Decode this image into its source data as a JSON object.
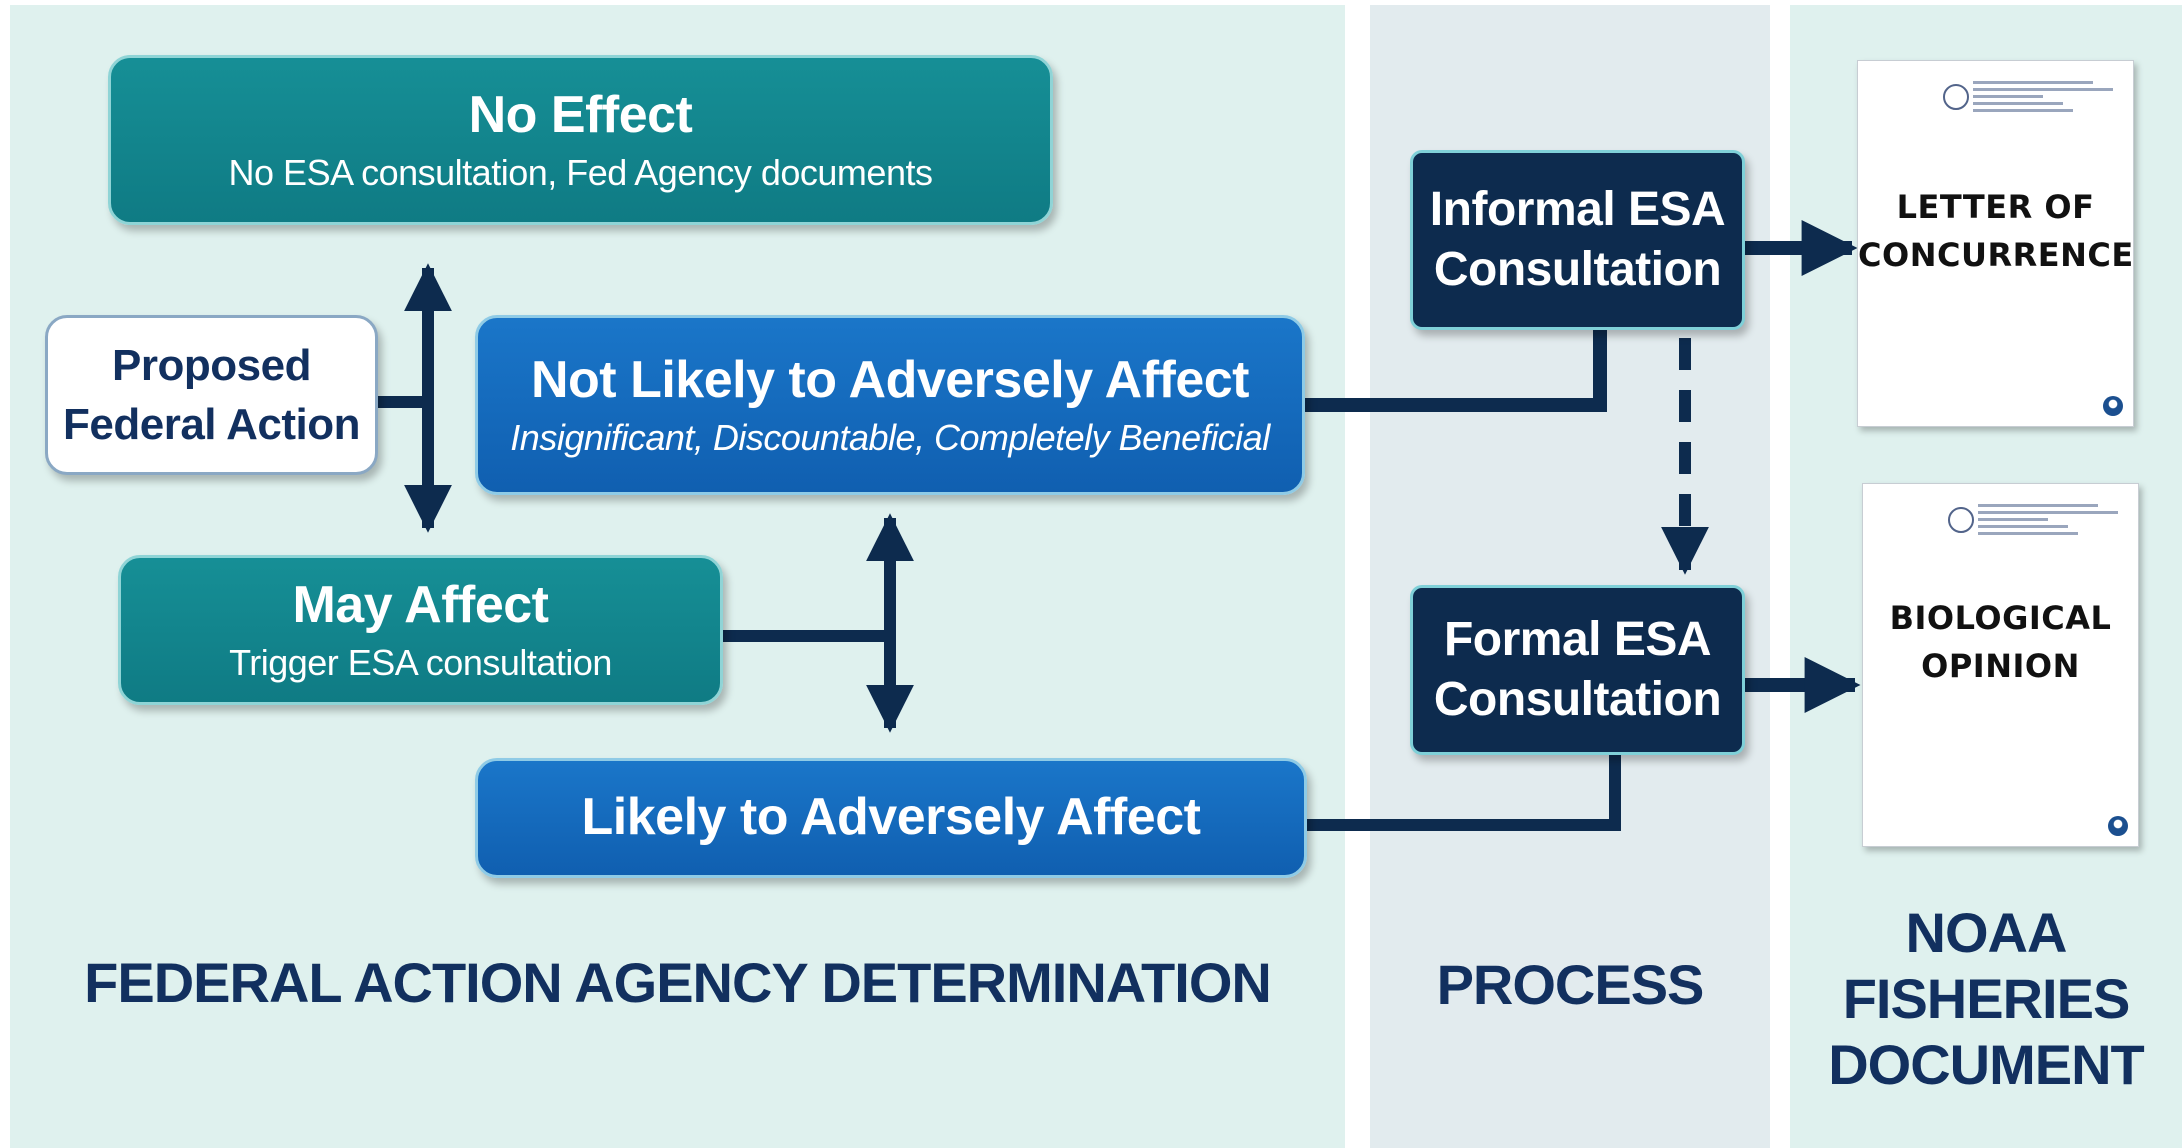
{
  "colors": {
    "teal_box": "#0f7b84",
    "blue_box": "#105fb0",
    "navy_box": "#0d2b4e",
    "connector": "#0d2b4e",
    "label_text": "#12305f",
    "panel_green": "#dff1ee",
    "panel_grey": "#e2ebee"
  },
  "boxes": {
    "no_effect": {
      "title": "No Effect",
      "subtitle": "No ESA consultation, Fed Agency documents"
    },
    "proposed": {
      "line1": "Proposed",
      "line2": "Federal Action"
    },
    "nlaa": {
      "title": "Not Likely to Adversely Affect",
      "subtitle": "Insignificant, Discountable, Completely Beneficial"
    },
    "may_affect": {
      "title": "May Affect",
      "subtitle": "Trigger ESA consultation"
    },
    "laa": {
      "title": "Likely to Adversely Affect"
    },
    "informal": {
      "line1": "Informal ESA",
      "line2": "Consultation"
    },
    "formal": {
      "line1": "Formal ESA",
      "line2": "Consultation"
    }
  },
  "documents": {
    "loc": {
      "line1": "LETTER OF",
      "line2": "CONCURRENCE"
    },
    "biop": {
      "line1": "BIOLOGICAL",
      "line2": "OPINION"
    }
  },
  "sections": {
    "determination": "FEDERAL ACTION AGENCY DETERMINATION",
    "process": "PROCESS",
    "noaa": {
      "line1": "NOAA",
      "line2": "FISHERIES",
      "line3": "DOCUMENT"
    }
  },
  "icons": {
    "doc_seal": "commerce-seal-icon",
    "doc_logo": "noaa-logo-icon"
  }
}
